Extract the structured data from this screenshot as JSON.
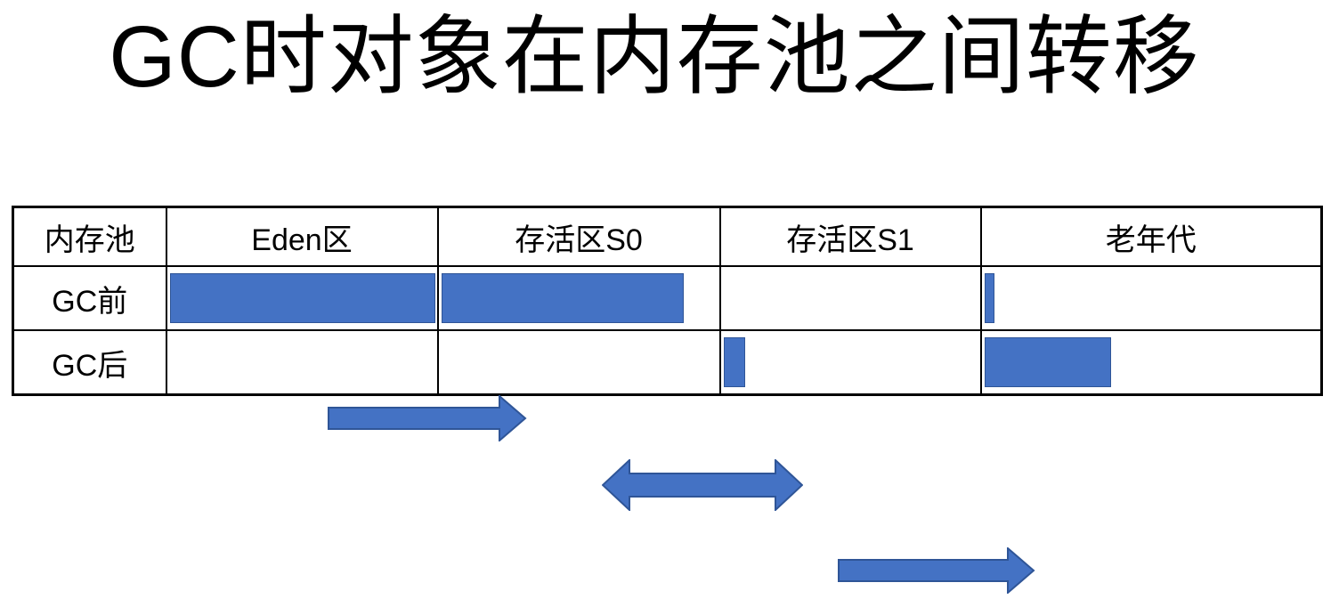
{
  "title": "GC时对象在内存池之间转移",
  "colors": {
    "accent_fill": "#4472C4",
    "accent_border": "#2F5597",
    "grid": "#000000",
    "bg": "#FFFFFF",
    "text": "#000000"
  },
  "table": {
    "header": [
      "内存池",
      "Eden区",
      "存活区S0",
      "存活区S1",
      "老年代"
    ],
    "rows": [
      {
        "label": "GC前",
        "fills": [
          100,
          88,
          0,
          3
        ]
      },
      {
        "label": "GC后",
        "fills": [
          0,
          0,
          8.5,
          38
        ]
      }
    ],
    "fill_unit": "percent-of-cell-width"
  },
  "arrows": [
    {
      "name": "eden-to-s0-arrow",
      "direction": "right"
    },
    {
      "name": "s0-s1-swap-arrow",
      "direction": "both"
    },
    {
      "name": "s1-to-old-gen-arrow",
      "direction": "right"
    }
  ]
}
